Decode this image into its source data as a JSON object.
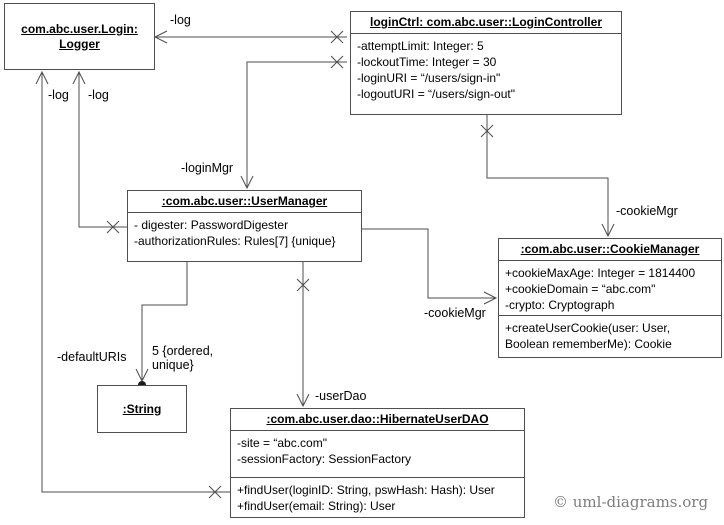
{
  "diagram": {
    "copyright": "© uml-diagrams.org"
  },
  "boxes": {
    "logger": {
      "title_line1": "com.abc.user.Login:",
      "title_line2": "Logger"
    },
    "login_controller": {
      "title": "loginCtrl: com.abc.user::LoginController",
      "attributes": [
        "-attemptLimit: Integer: 5",
        "-lockoutTime: Integer = 30",
        "-loginURI = “/users/sign-in\"",
        "-logoutURI = “/users/sign-out\""
      ]
    },
    "user_manager": {
      "title": ":com.abc.user::UserManager",
      "attributes": [
        "- digester: PasswordDigester",
        "-authorizationRules: Rules[7] {unique}"
      ]
    },
    "cookie_manager": {
      "title": ":com.abc.user::CookieManager",
      "attributes": [
        "+cookieMaxAge: Integer = 1814400",
        "+cookieDomain = “abc.com\"",
        "-crypto: Cryptograph"
      ],
      "operations": [
        "+createUserCookie(user: User, Boolean rememberMe): Cookie"
      ]
    },
    "string": {
      "title": ":String"
    },
    "hibernate_user_dao": {
      "title": ":com.abc.user.dao::HibernateUserDAO",
      "attributes": [
        "-site = “abc.com\"",
        "-sessionFactory: SessionFactory"
      ],
      "operations": [
        "+findUser(loginID: String, pswHash: Hash): User",
        "+findUser(email: String): User"
      ]
    }
  },
  "edges": {
    "loginctrl_to_logger": {
      "label": "-log"
    },
    "loginctrl_to_usermanager": {
      "label": "-loginMgr"
    },
    "loginctrl_to_cookiemanager": {
      "label": "-cookieMgr"
    },
    "usermanager_to_logger": {
      "label": "-log"
    },
    "dao_to_logger": {
      "label": "-log"
    },
    "usermanager_to_cookiemanager": {
      "label": "-cookieMgr"
    },
    "usermanager_to_dao": {
      "label": "-userDao"
    },
    "usermanager_to_string": {
      "label": "-defaultURIs",
      "multiplicity": "5 {ordered,\nunique}"
    }
  },
  "colors": {
    "line": "#4d4d4d",
    "text": "#000000",
    "copyright": "#7d7d7d",
    "background": "#ffffff"
  }
}
